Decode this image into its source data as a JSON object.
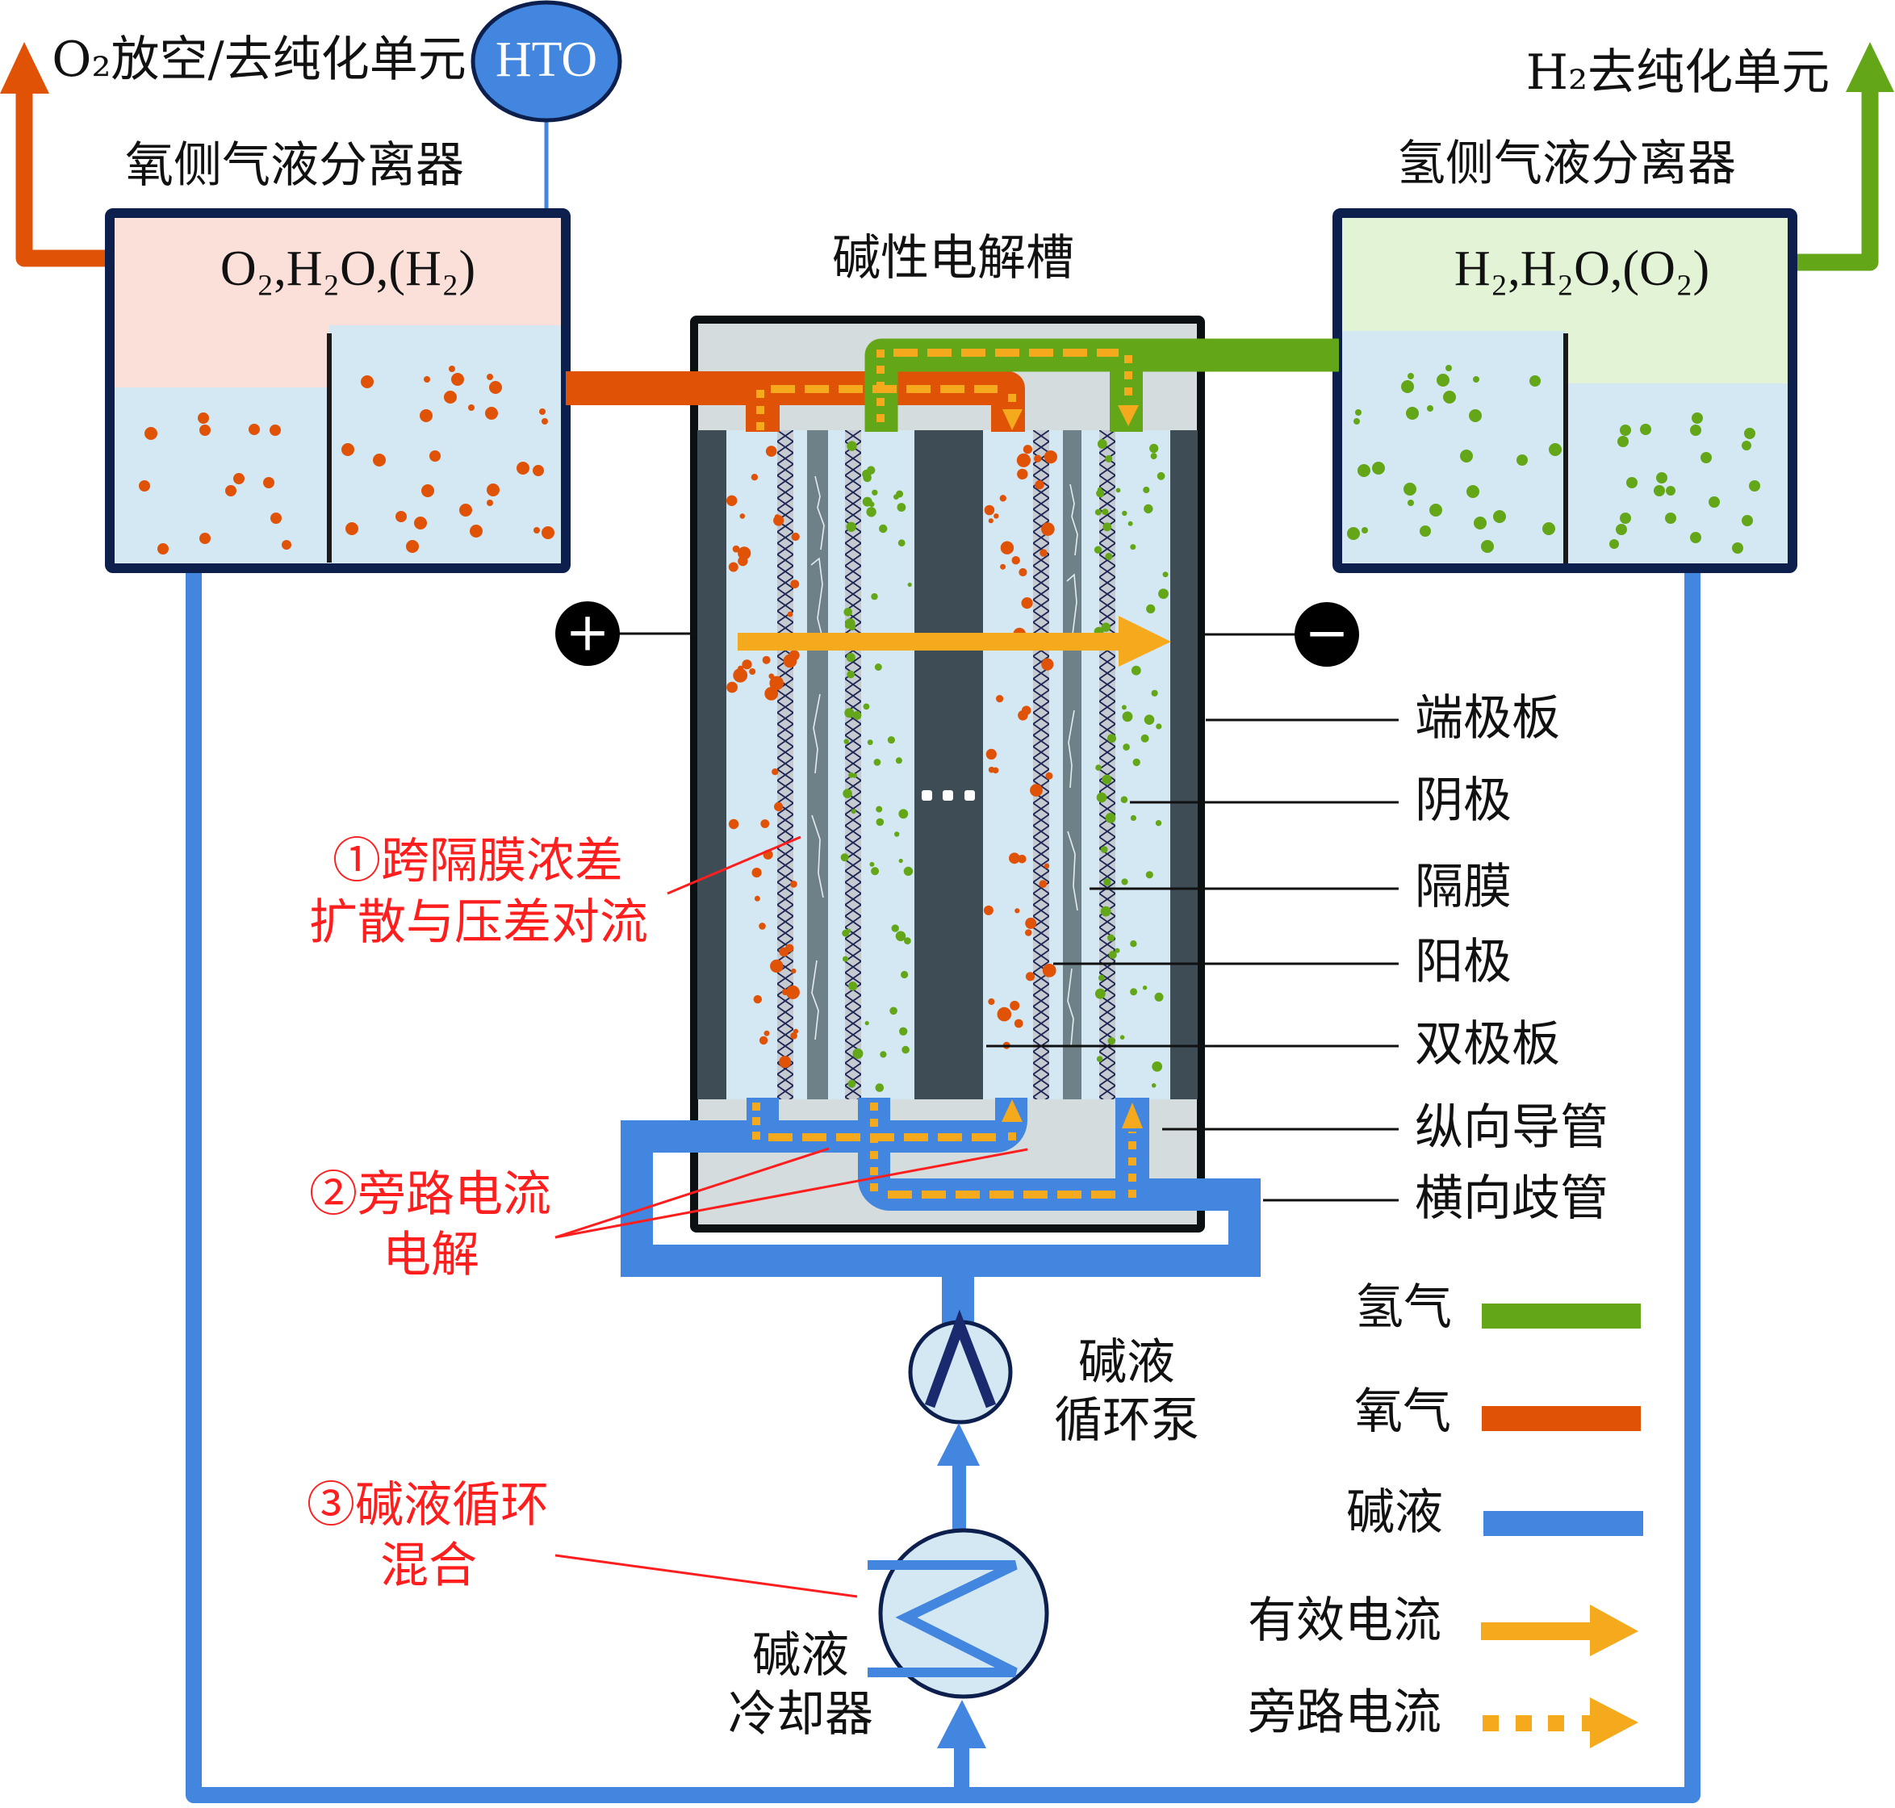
{
  "oxygen_side": {
    "vent_label": "O₂放空/去纯化单元",
    "hto_badge": "HTO",
    "separator_title": "氧侧气液分离器",
    "gas_phase": "O₂,H₂O,(H₂)"
  },
  "hydrogen_side": {
    "outlet_label": "H₂去纯化单元",
    "separator_title": "氢侧气液分离器",
    "gas_phase": "H₂,H₂O,(O₂)"
  },
  "electrolyzer": {
    "title": "碱性电解槽",
    "positive_terminal": "+",
    "negative_terminal": "−"
  },
  "component_labels": {
    "end_plate": "端极板",
    "cathode": "阴极",
    "diaphragm": "隔膜",
    "anode": "阳极",
    "bipolar_plate": "双极板",
    "longitudinal_conduit": "纵向导管",
    "transverse_manifold": "横向歧管"
  },
  "annotations": [
    {
      "lines": [
        "①跨隔膜浓差",
        "扩散与压差对流"
      ]
    },
    {
      "lines": [
        "②旁路电流",
        "电解"
      ]
    },
    {
      "lines": [
        "③碱液循环",
        "混合"
      ]
    }
  ],
  "equipment": {
    "pump": {
      "lines": [
        "碱液",
        "循环泵"
      ]
    },
    "cooler": {
      "lines": [
        "碱液",
        "冷却器"
      ]
    }
  },
  "legend": {
    "items": [
      {
        "label": "氢气",
        "style": "solid-line",
        "color_key": "hydrogen"
      },
      {
        "label": "氧气",
        "style": "solid-line",
        "color_key": "oxygen"
      },
      {
        "label": "碱液",
        "style": "solid-line",
        "color_key": "alkaline_lye"
      },
      {
        "label": "有效电流",
        "style": "solid-arrow",
        "color_key": "effective_current"
      },
      {
        "label": "旁路电流",
        "style": "dotted-arrow",
        "color_key": "bypass_current"
      }
    ]
  },
  "colors": {
    "hydrogen": "#63a618",
    "oxygen": "#e05206",
    "alkaline_lye": "#4286e0",
    "effective_current": "#f5aa1e",
    "bypass_current": "#f5aa1e",
    "annotation": "#ff1e1e",
    "separator_frame": "#0d1f4d",
    "electrolyte": "#d4e8f4",
    "oxygen_gas_space": "#fbe0da",
    "hydrogen_gas_space": "#e2f3d6",
    "plate": "#3d4c55"
  }
}
